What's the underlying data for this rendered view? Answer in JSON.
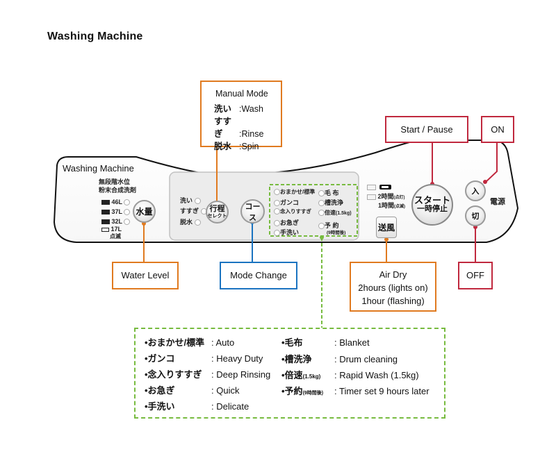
{
  "title": "Washing Machine",
  "panel": {
    "brand": "Washing Machine",
    "water_level": {
      "header_line1": "無段階水位",
      "header_line2": "粉末合成洗剤",
      "levels": [
        "46L",
        "37L",
        "32L",
        "17L"
      ],
      "flash_note": "点滅",
      "button_label": "水量"
    },
    "process_select": {
      "options": [
        "洗い",
        "すすぎ",
        "脱水"
      ],
      "button_line1": "行程",
      "button_line2": "セレクト"
    },
    "course_button": "コース",
    "courses_left": [
      "おまかせ/標準",
      "ガンコ",
      "念入りすすぎ",
      "お急ぎ",
      "手洗い"
    ],
    "courses_right": [
      {
        "label": "毛 布",
        "sub": ""
      },
      {
        "label": "槽洗浄",
        "sub": ""
      },
      {
        "label": "倍速",
        "sub": "(1.5kg)"
      },
      {
        "label": "予 約",
        "sub": "(9時間後)"
      }
    ],
    "air_dry": {
      "lock_icon": "key-icon",
      "line1": "2時間",
      "line1_note": "(点灯)",
      "line2": "1時間",
      "line2_note": "(点滅)",
      "button_label": "送風"
    },
    "start_button_line1": "スタート",
    "start_button_line2": "一時停止",
    "power": {
      "on_label": "入",
      "off_label": "切",
      "power_label": "電源"
    }
  },
  "callouts": {
    "manual_mode": {
      "title": "Manual Mode",
      "rows": [
        {
          "jp": "洗い",
          "en": ":Wash"
        },
        {
          "jp": "すすぎ",
          "en": ":Rinse"
        },
        {
          "jp": "脱水",
          "en": ":Spin"
        }
      ]
    },
    "start_pause": "Start / Pause",
    "on": "ON",
    "off": "OFF",
    "water_level": "Water Level",
    "mode_change": "Mode Change",
    "air_dry": {
      "title": "Air Dry",
      "line1": "2hours (lights on)",
      "line2": "1hour (flashing)"
    }
  },
  "course_legend": {
    "left": [
      {
        "jp": "•おまかせ/標準",
        "sub": "",
        "en": ": Auto"
      },
      {
        "jp": "•ガンコ",
        "sub": "",
        "en": ": Heavy Duty"
      },
      {
        "jp": "•念入りすすぎ",
        "sub": "",
        "en": ": Deep Rinsing"
      },
      {
        "jp": "•お急ぎ",
        "sub": "",
        "en": ": Quick"
      },
      {
        "jp": "•手洗い",
        "sub": "",
        "en": ": Delicate"
      }
    ],
    "right": [
      {
        "jp": "•毛布",
        "sub": "",
        "en": ": Blanket"
      },
      {
        "jp": "•槽洗浄",
        "sub": "",
        "en": ": Drum cleaning"
      },
      {
        "jp": "•倍速",
        "sub": "(1.5kg)",
        "en": ": Rapid Wash (1.5kg)"
      },
      {
        "jp": "•予約",
        "sub": "(9時間後)",
        "en": ": Timer set 9 hours later"
      }
    ]
  },
  "colors": {
    "orange": "#e07a1f",
    "blue": "#1a73c0",
    "red": "#c0283e",
    "green": "#77bb3f"
  }
}
